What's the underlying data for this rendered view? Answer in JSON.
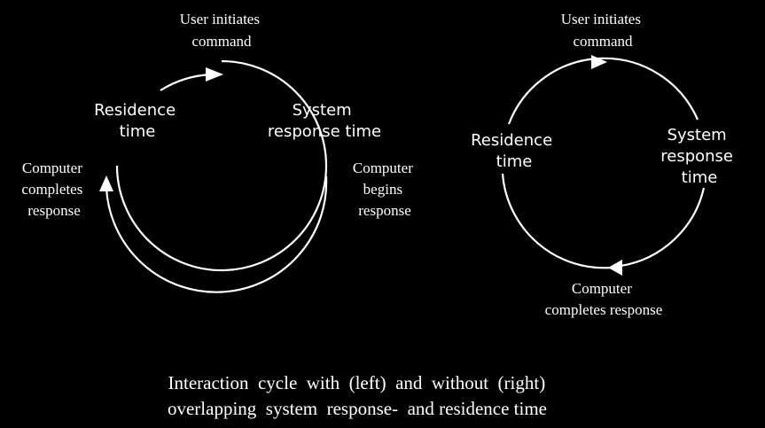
{
  "left_diagram": {
    "top_label": [
      "User initiates",
      "command"
    ],
    "residence_label": [
      "Residence",
      "time"
    ],
    "system_label": [
      "System",
      "response time"
    ],
    "right_label": [
      "Computer",
      "begins",
      "response"
    ],
    "left_label": [
      "Computer",
      "completes",
      "response"
    ]
  },
  "right_diagram": {
    "top_label": [
      "User initiates",
      "command"
    ],
    "residence_label": [
      "Residence",
      "time"
    ],
    "system_label": [
      "System",
      "response",
      "time"
    ],
    "bottom_label": [
      "Computer",
      "completes response"
    ]
  },
  "caption": [
    "Interaction  cycle  with  (left)  and  without  (right)",
    "overlapping  system  response-  and residence time"
  ],
  "colors": {
    "background": "#000000",
    "foreground": "#ffffff"
  }
}
